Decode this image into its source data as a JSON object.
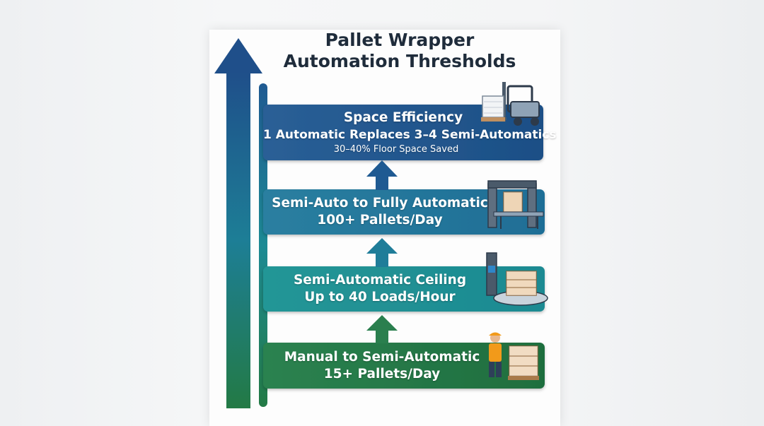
{
  "title": {
    "line1": "Pallet Wrapper",
    "line2": "Automation Thresholds"
  },
  "steps": [
    {
      "line1": "Space Efficiency",
      "line2": "1 Automatic Replaces 3–4 Semi-Automatics",
      "line3": "30–40% Floor Space Saved",
      "icon": "forklift-icon"
    },
    {
      "line1": "Semi-Auto to Fully Automatic",
      "line2": "100+ Pallets/Day",
      "icon": "automatic-wrapper-icon"
    },
    {
      "line1": "Semi-Automatic Ceiling",
      "line2": "Up to 40 Loads/Hour",
      "icon": "turntable-wrapper-icon"
    },
    {
      "line1": "Manual to Semi-Automatic",
      "line2": "15+ Pallets/Day",
      "icon": "worker-icon"
    }
  ],
  "colors": {
    "top_band": "#1f5990",
    "upper_band": "#22799a",
    "lower_band": "#1b8d90",
    "bottom_band": "#237a45",
    "title_text": "#1f2c3b"
  }
}
